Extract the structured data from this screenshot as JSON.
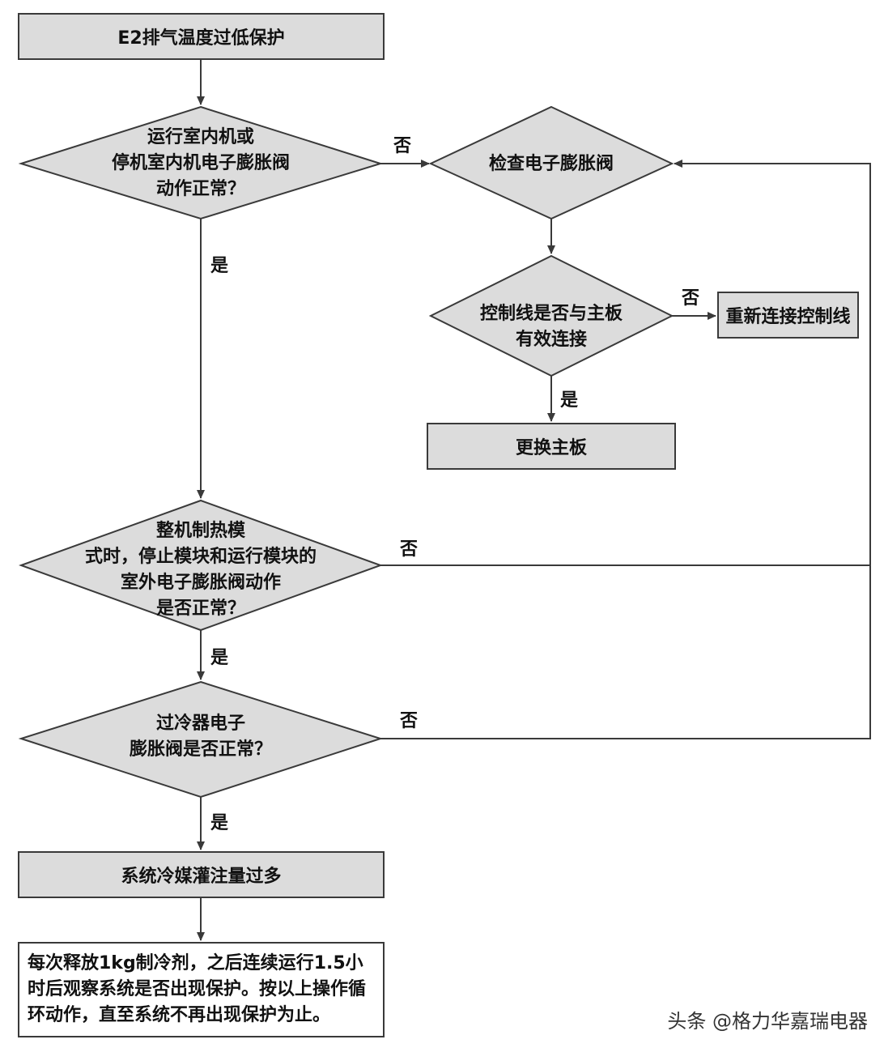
{
  "nodes": {
    "start": "E2排气温度过低保护",
    "d1": "运行室内机或\n停机室内机电子膨胀阀\n动作正常？",
    "check": "检查电子膨胀阀",
    "d2": "控制线是否与主板\n有效连接",
    "reconnect": "重新连接控制线",
    "replace": "更换主板",
    "d3": "整机制热模\n式时，停止模块和运行模块的\n室外电子膨胀阀动作\n是否正常？",
    "d4": "过冷器电子\n膨胀阀是否正常？",
    "excess": "系统冷媒灌注量过多",
    "final": "每次释放1kg制冷剂，之后连续运行1.5小时后观察系统是否出现保护。按以上操作循环动作，直至系统不再出现保护为止。"
  },
  "labels": {
    "yes": "是",
    "no": "否"
  },
  "watermark": "头条 @格力华嘉瑞电器",
  "colors": {
    "fill": "#dcdcdc",
    "stroke": "#3a3a3a"
  }
}
